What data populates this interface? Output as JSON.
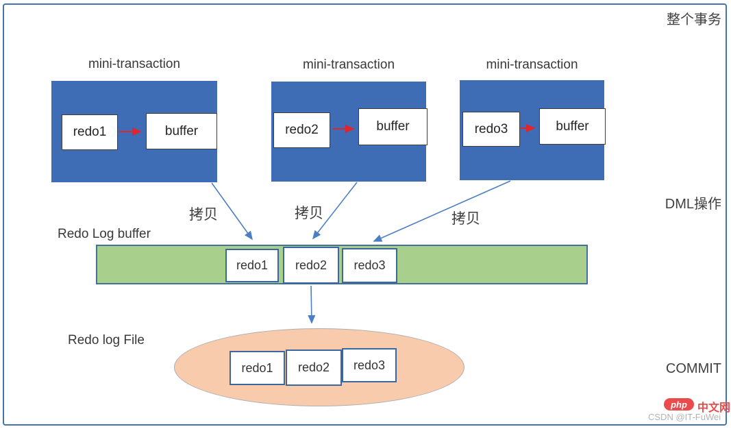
{
  "right_labels": {
    "whole_transaction": "整个事务",
    "dml": "DML操作",
    "commit": "COMMIT"
  },
  "mini_transactions": [
    {
      "title": "mini-transaction",
      "source": "redo1",
      "target": "buffer",
      "copy_label": "拷贝"
    },
    {
      "title": "mini-transaction",
      "source": "redo2",
      "target": "buffer",
      "copy_label": "拷贝"
    },
    {
      "title": "mini-transaction",
      "source": "redo3",
      "target": "buffer",
      "copy_label": "拷贝"
    }
  ],
  "buffer_section": {
    "label": "Redo Log buffer",
    "entries": [
      "redo1",
      "redo2",
      "redo3"
    ]
  },
  "file_section": {
    "label": "Redo log File",
    "entries": [
      "redo1",
      "redo2",
      "redo3"
    ]
  },
  "colors": {
    "frame_border": "#4572b0",
    "box_blue": "#3e6cb5",
    "bar_green": "#a9cf8d",
    "bar_border": "#41719c",
    "ellipse_orange": "#f8cbad",
    "arrow_red": "#e0252e",
    "arrow_blue": "#4c7fc2"
  },
  "watermark": {
    "badge": "php",
    "site": "中文网",
    "credit": "CSDN @IT-FuWei"
  }
}
